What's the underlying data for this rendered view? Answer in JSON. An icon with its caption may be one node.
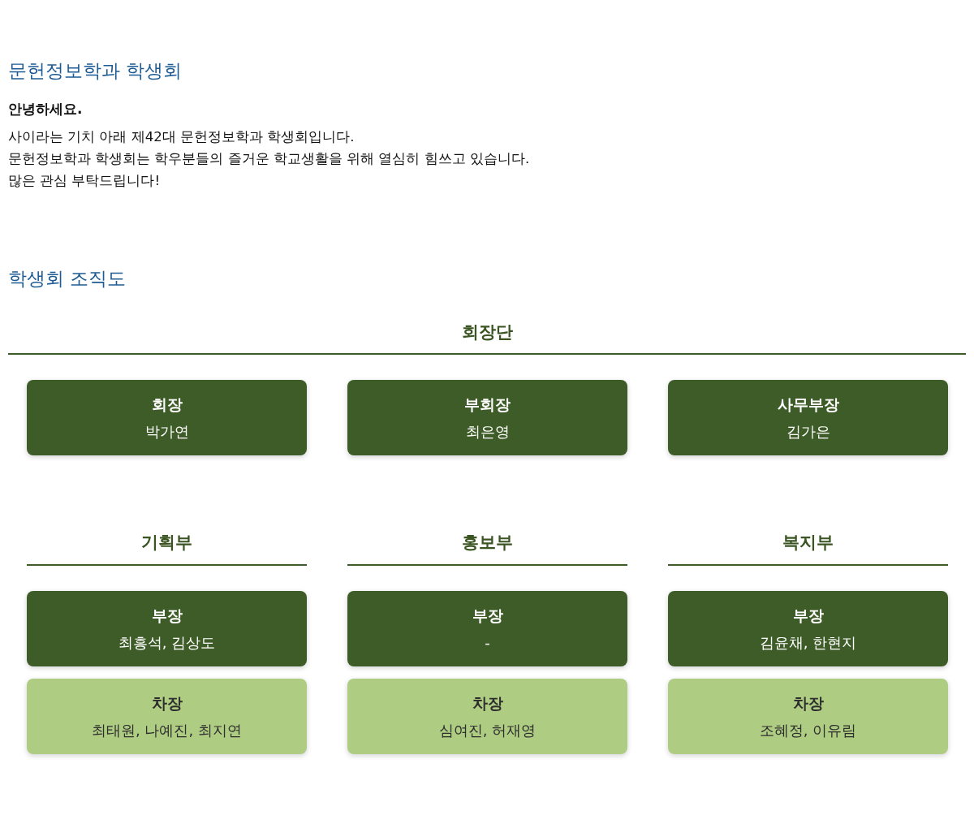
{
  "diagram": {
    "title": "문헌정보학과 학생회",
    "nodes": [
      {
        "text": [
          "회장",
          "박가연"
        ]
      },
      {
        "text": [
          "부회장",
          "최은영"
        ]
      },
      {
        "text": [
          "사무부장",
          "김가은"
        ]
      },
      {
        "text": [
          "부장",
          "최흥석, 김상도"
        ]
      },
      {
        "text": [
          "부장",
          "-"
        ]
      },
      {
        "text": [
          "부장",
          "김윤채, 한현지"
        ]
      },
      {
        "text": [
          "차장",
          "최태원, 나예진, 최지연"
        ]
      },
      {
        "text": [
          "차장",
          "심여진, 허재영"
        ]
      },
      {
        "text": [
          "차장",
          "조혜정, 이유림"
        ]
      }
    ],
    "labels": [
      "안녕하세요.",
      "사이라는 기치 아래 제42대 문헌정보학과 학생회입니다.",
      "문헌정보학과 학생회는 학우분들의 즐거운 학교생활을 위해 열심히 힘쓰고 있습니다.",
      "많은 관심 부탁드립니다!",
      "학생회 조직도",
      "회장단",
      "기획부",
      "홍보부",
      "복지부"
    ]
  }
}
